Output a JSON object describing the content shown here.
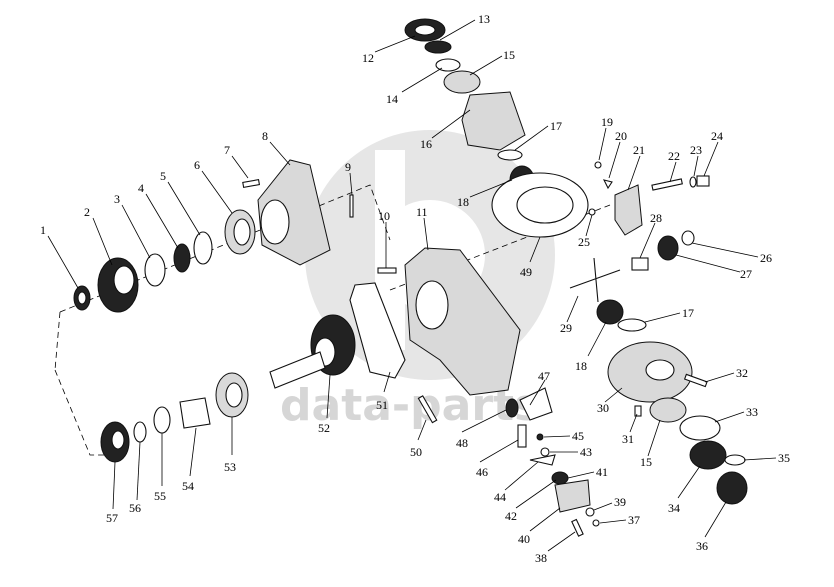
{
  "watermark": {
    "text": "data-parts",
    "color": "#d0d0d0"
  },
  "callouts": [
    {
      "id": "1",
      "label": "1"
    },
    {
      "id": "2",
      "label": "2"
    },
    {
      "id": "3",
      "label": "3"
    },
    {
      "id": "4",
      "label": "4"
    },
    {
      "id": "5",
      "label": "5"
    },
    {
      "id": "6",
      "label": "6"
    },
    {
      "id": "7",
      "label": "7"
    },
    {
      "id": "8",
      "label": "8"
    },
    {
      "id": "9",
      "label": "9"
    },
    {
      "id": "10",
      "label": "10"
    },
    {
      "id": "11",
      "label": "11"
    },
    {
      "id": "12",
      "label": "12"
    },
    {
      "id": "13",
      "label": "13"
    },
    {
      "id": "14",
      "label": "14"
    },
    {
      "id": "15a",
      "label": "15"
    },
    {
      "id": "15b",
      "label": "15"
    },
    {
      "id": "16",
      "label": "16"
    },
    {
      "id": "17a",
      "label": "17"
    },
    {
      "id": "17b",
      "label": "17"
    },
    {
      "id": "18a",
      "label": "18"
    },
    {
      "id": "18b",
      "label": "18"
    },
    {
      "id": "19",
      "label": "19"
    },
    {
      "id": "20",
      "label": "20"
    },
    {
      "id": "21",
      "label": "21"
    },
    {
      "id": "22",
      "label": "22"
    },
    {
      "id": "23",
      "label": "23"
    },
    {
      "id": "24",
      "label": "24"
    },
    {
      "id": "25",
      "label": "25"
    },
    {
      "id": "26",
      "label": "26"
    },
    {
      "id": "27",
      "label": "27"
    },
    {
      "id": "28",
      "label": "28"
    },
    {
      "id": "29",
      "label": "29"
    },
    {
      "id": "30",
      "label": "30"
    },
    {
      "id": "31",
      "label": "31"
    },
    {
      "id": "32",
      "label": "32"
    },
    {
      "id": "33",
      "label": "33"
    },
    {
      "id": "34",
      "label": "34"
    },
    {
      "id": "35",
      "label": "35"
    },
    {
      "id": "36",
      "label": "36"
    },
    {
      "id": "37",
      "label": "37"
    },
    {
      "id": "38",
      "label": "38"
    },
    {
      "id": "39",
      "label": "39"
    },
    {
      "id": "40",
      "label": "40"
    },
    {
      "id": "41",
      "label": "41"
    },
    {
      "id": "42",
      "label": "42"
    },
    {
      "id": "43",
      "label": "43"
    },
    {
      "id": "44",
      "label": "44"
    },
    {
      "id": "45",
      "label": "45"
    },
    {
      "id": "46",
      "label": "46"
    },
    {
      "id": "47",
      "label": "47"
    },
    {
      "id": "48",
      "label": "48"
    },
    {
      "id": "49",
      "label": "49"
    },
    {
      "id": "50",
      "label": "50"
    },
    {
      "id": "51",
      "label": "51"
    },
    {
      "id": "52",
      "label": "52"
    },
    {
      "id": "53",
      "label": "53"
    },
    {
      "id": "54",
      "label": "54"
    },
    {
      "id": "55",
      "label": "55"
    },
    {
      "id": "56",
      "label": "56"
    },
    {
      "id": "57",
      "label": "57"
    }
  ]
}
